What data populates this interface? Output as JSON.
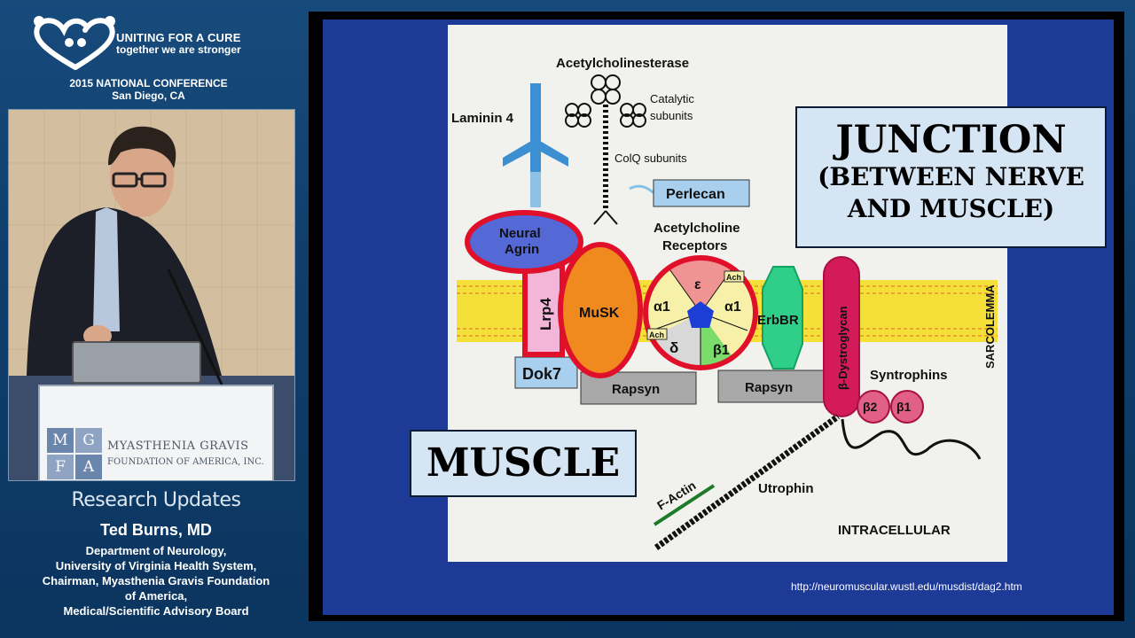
{
  "branding": {
    "line1": "UNITING FOR A CURE",
    "line2": "together we are stronger",
    "conference": "2015 NATIONAL CONFERENCE",
    "location": "San Diego, CA"
  },
  "podium": {
    "logo_letters": [
      "M",
      "G",
      "F",
      "A"
    ],
    "org_line1": "MYASTHENIA GRAVIS",
    "org_line2": "FOUNDATION OF AMERICA, INC."
  },
  "sidebar": {
    "section_title": "Research Updates",
    "speaker_name": "Ted Burns, MD",
    "affiliation_lines": [
      "Department of Neurology,",
      "University of Virginia Health System,",
      "Chairman, Myasthenia Gravis Foundation",
      "of America,",
      "Medical/Scientific Advisory Board"
    ]
  },
  "slide": {
    "junction_line1": "JUNCTION",
    "junction_line2": "(BETWEEN NERVE",
    "junction_line3": "AND MUSCLE)",
    "muscle": "MUSCLE",
    "url": "http://neuromuscular.wustl.edu/musdist/dag2.htm"
  },
  "diagram": {
    "acetylcholinesterase": "Acetylcholinesterase",
    "catalytic1": "Catalytic",
    "catalytic2": "subunits",
    "laminin": "Laminin 4",
    "colq": "ColQ subunits",
    "perlecan": "Perlecan",
    "achr1": "Acetylcholine",
    "achr2": "Receptors",
    "agrin1": "Neural",
    "agrin2": "Agrin",
    "lrp4": "Lrp4",
    "musk": "MuSK",
    "epsilon": "ε",
    "alpha1a": "α1",
    "alpha1b": "α1",
    "delta": "δ",
    "beta1": "β1",
    "ach_a": "Ach",
    "ach_b": "Ach",
    "erbbr": "ErbBR",
    "dystroglycan": "β-Dystroglycan",
    "sarcolemma": "SARCOLEMMA",
    "dok7": "Dok7",
    "rapsyn1": "Rapsyn",
    "rapsyn2": "Rapsyn",
    "syntrophins": "Syntrophins",
    "b2": "β2",
    "b1": "β1",
    "factin": "F-Actin",
    "utrophin": "Utrophin",
    "intracellular": "INTRACELLULAR"
  },
  "colors": {
    "background": "#0f3e6c",
    "slide_blue": "#1d3a97",
    "title_box": "#d6e5f3",
    "highlight_red": "#e0102a",
    "musk_orange": "#f08a1e",
    "membrane_yellow": "#f5e03a"
  }
}
